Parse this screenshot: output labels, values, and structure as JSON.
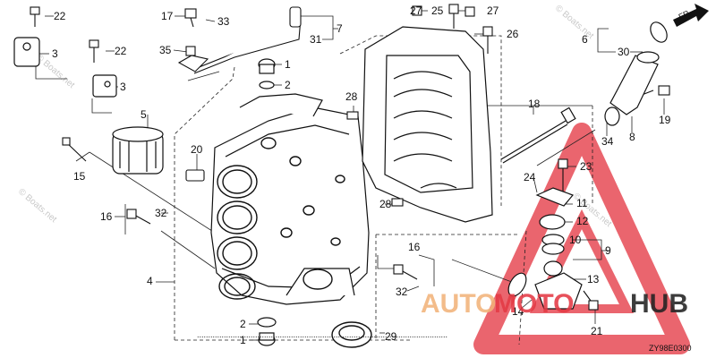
{
  "callouts": [
    {
      "id": "c22a",
      "text": "22"
    },
    {
      "id": "c3a",
      "text": "3"
    },
    {
      "id": "c22b",
      "text": "22"
    },
    {
      "id": "c3b",
      "text": "3"
    },
    {
      "id": "c5",
      "text": "5"
    },
    {
      "id": "c15",
      "text": "15"
    },
    {
      "id": "c16a",
      "text": "16"
    },
    {
      "id": "c32a",
      "text": "32"
    },
    {
      "id": "c20",
      "text": "20"
    },
    {
      "id": "c4",
      "text": "4"
    },
    {
      "id": "c2a",
      "text": "2"
    },
    {
      "id": "c1a",
      "text": "1"
    },
    {
      "id": "c17",
      "text": "17"
    },
    {
      "id": "c33",
      "text": "33"
    },
    {
      "id": "c35",
      "text": "35"
    },
    {
      "id": "c1b",
      "text": "1"
    },
    {
      "id": "c2b",
      "text": "2"
    },
    {
      "id": "c7",
      "text": "7"
    },
    {
      "id": "c31",
      "text": "31"
    },
    {
      "id": "c27a",
      "text": "27"
    },
    {
      "id": "c25",
      "text": "25"
    },
    {
      "id": "c27b",
      "text": "27"
    },
    {
      "id": "c26",
      "text": "26"
    },
    {
      "id": "c28a",
      "text": "28"
    },
    {
      "id": "c18",
      "text": "18"
    },
    {
      "id": "c28b",
      "text": "28"
    },
    {
      "id": "c29",
      "text": "29"
    },
    {
      "id": "c16b",
      "text": "16"
    },
    {
      "id": "c32b",
      "text": "32"
    },
    {
      "id": "c6",
      "text": "6"
    },
    {
      "id": "c30",
      "text": "30"
    },
    {
      "id": "c19",
      "text": "19"
    },
    {
      "id": "c34",
      "text": "34"
    },
    {
      "id": "c8",
      "text": "8"
    },
    {
      "id": "c23",
      "text": "23"
    },
    {
      "id": "c24",
      "text": "24"
    },
    {
      "id": "c11",
      "text": "11"
    },
    {
      "id": "c12",
      "text": "12"
    },
    {
      "id": "c10",
      "text": "10"
    },
    {
      "id": "c9",
      "text": "9"
    },
    {
      "id": "c13",
      "text": "13"
    },
    {
      "id": "c14",
      "text": "14"
    },
    {
      "id": "c21",
      "text": "21"
    }
  ],
  "direction_arrow": {
    "label": "FR."
  },
  "diagram_code": "ZY98E0300",
  "watermark": {
    "brand_prefix": "AUTO",
    "brand_suffix": "HUB",
    "brand_middle": "MOTO",
    "site_text": "© Boats.net",
    "colors": {
      "auto": "#f2b37a",
      "hub": "#222222",
      "triangle": "#e43a45"
    }
  },
  "footnote": "................................................................................................................"
}
